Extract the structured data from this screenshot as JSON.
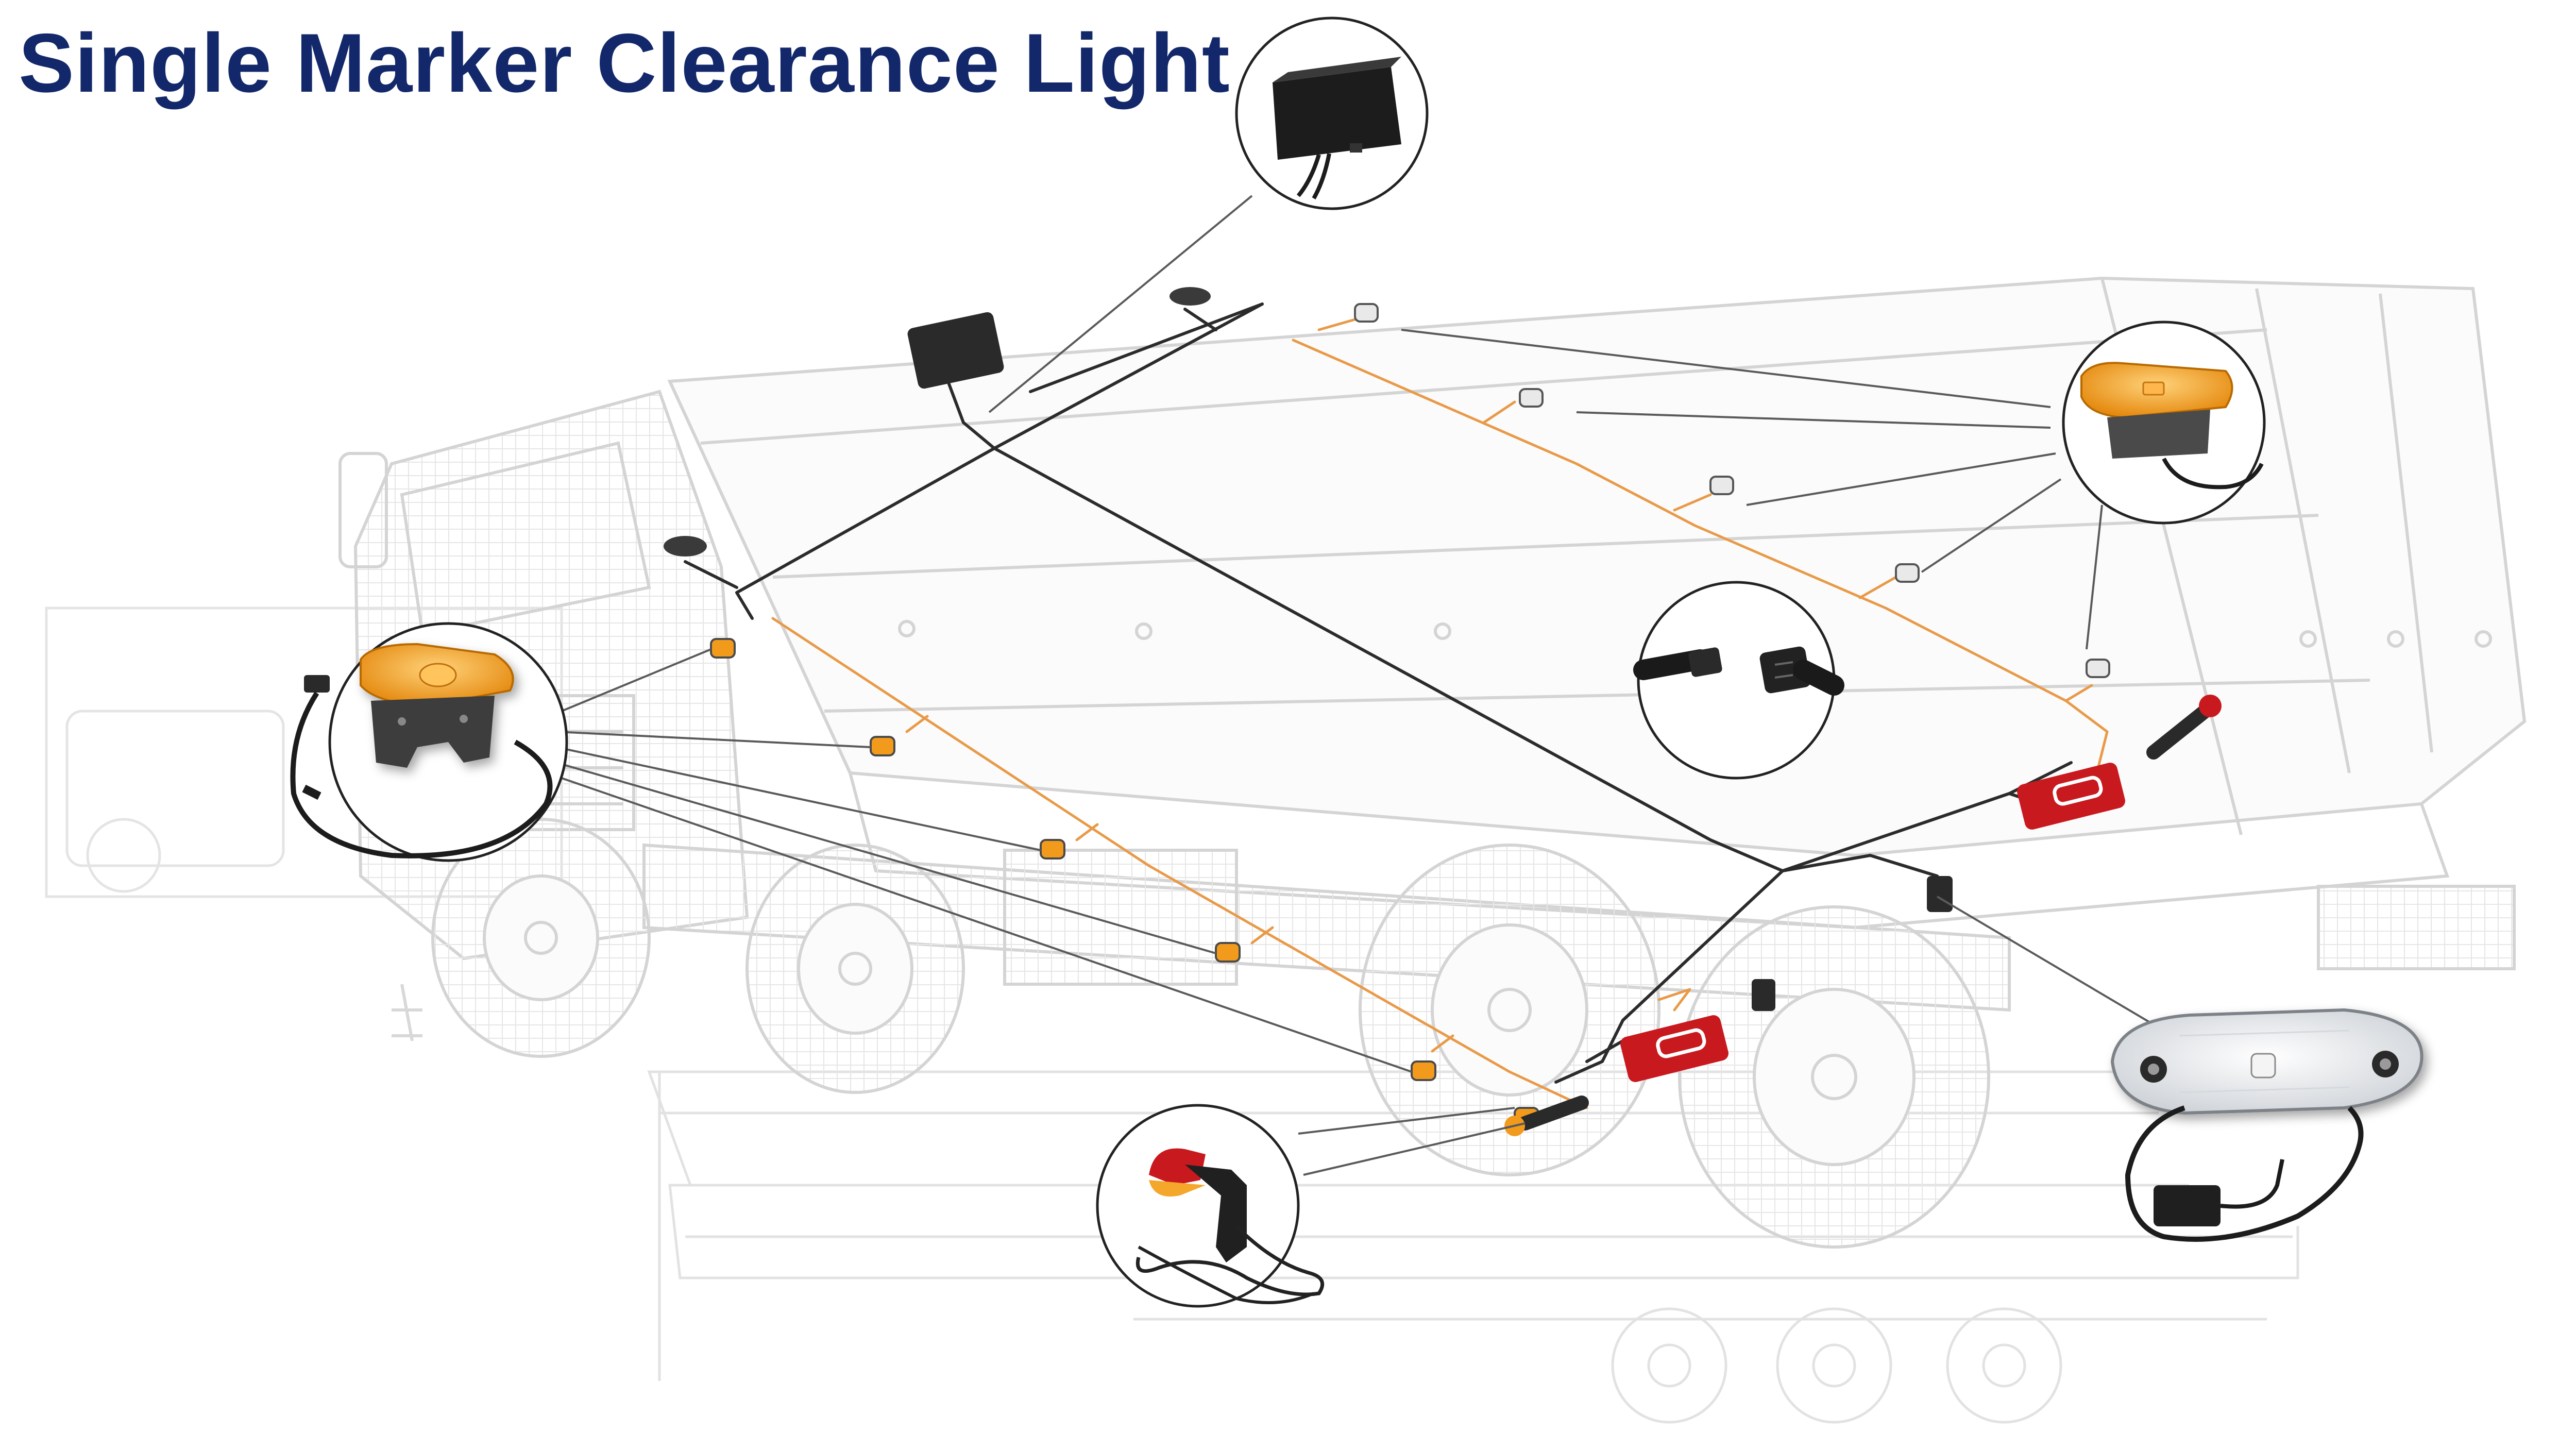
{
  "title": "Single Marker Clearance Light",
  "colors": {
    "title": "#13286a",
    "wire_black": "#2b2b2b",
    "wire_orange": "#e89a48",
    "amber_lamp": "#f29a1c",
    "red_lamp": "#c8191e",
    "truck_outline": "#d2d2d2",
    "callout_line": "#5a5a5a"
  },
  "components": [
    "junction-box",
    "side-marker-amber",
    "front-clearance-white",
    "inline-connector",
    "rear-combination-lamp",
    "stalk-marker-lamp",
    "white-marker-lamp"
  ]
}
